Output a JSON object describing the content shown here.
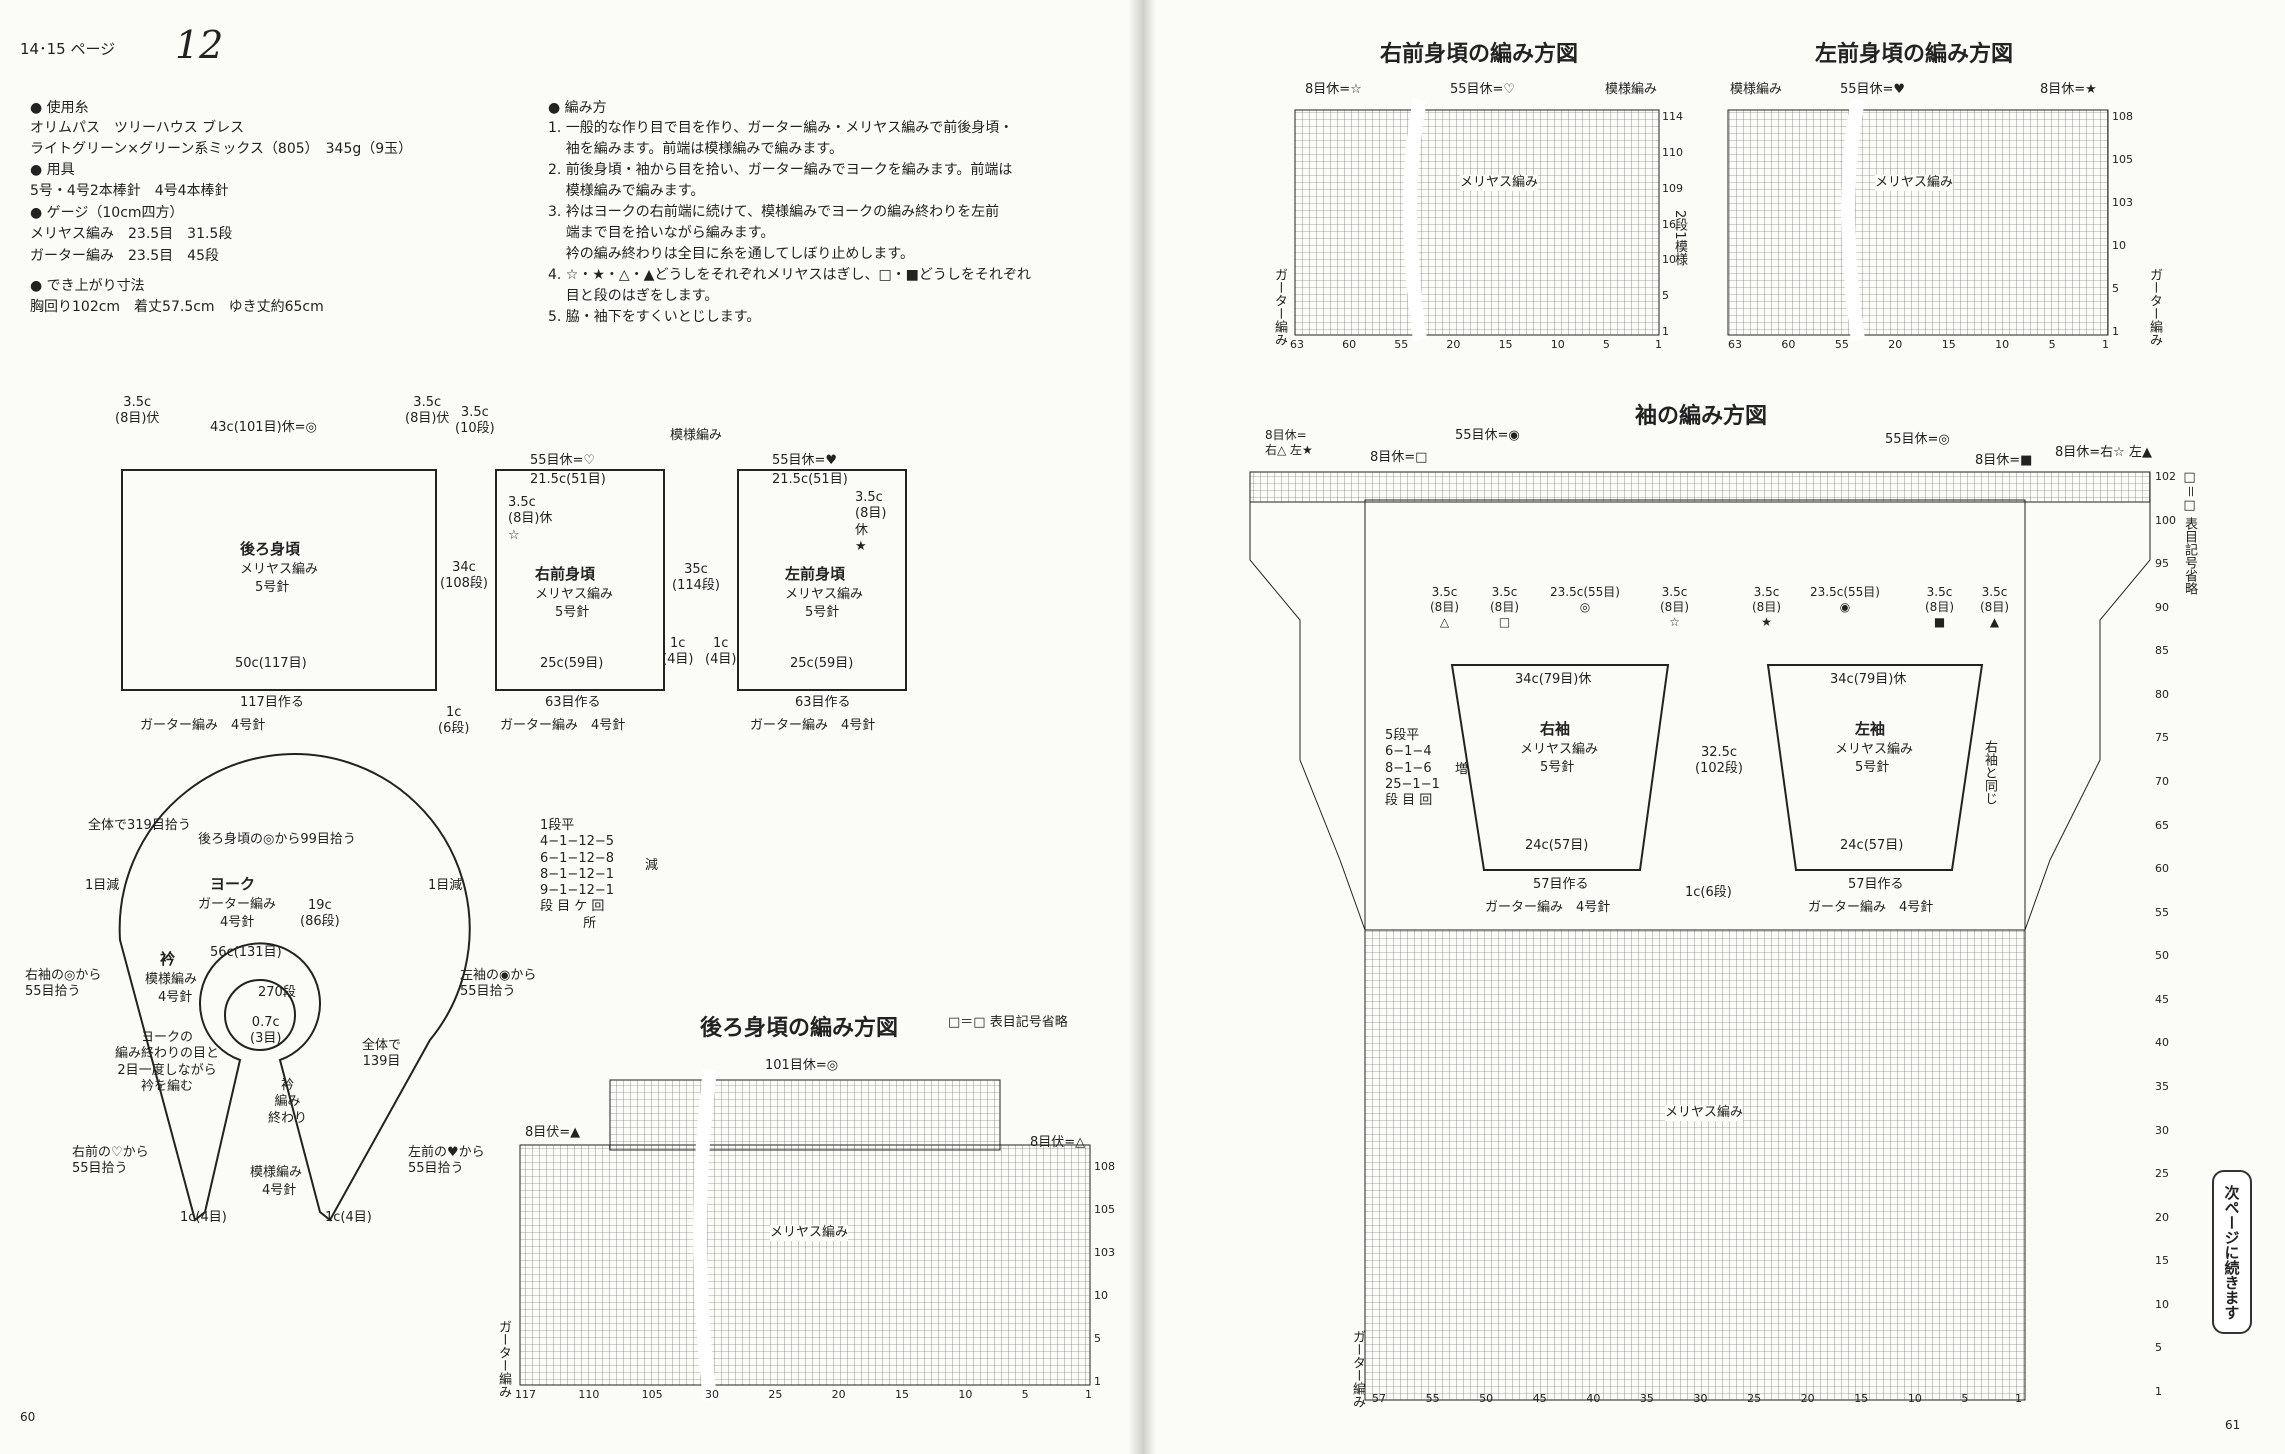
{
  "header": {
    "page_ref": "14･15 ページ",
    "pattern_no": "12"
  },
  "materials": {
    "yarn_heading": "● 使用糸",
    "yarn_line1": "オリムパス　ツリーハウス ブレス",
    "yarn_line2": "ライトグリーン×グリーン系ミックス（805）　345g（9玉）",
    "tools_heading": "● 用具",
    "tools_line": "5号・4号2本棒針　4号4本棒針",
    "gauge_heading": "● ゲージ（10cm四方）",
    "gauge_line1": "メリヤス編み　23.5目　31.5段",
    "gauge_line2": "ガーター編み　23.5目　45段",
    "size_heading": "● でき上がり寸法",
    "size_line": "胸回り102cm　着丈57.5cm　ゆき丈約65cm"
  },
  "instructions": {
    "heading": "● 編み方",
    "steps": [
      "1. 一般的な作り目で目を作り、ガーター編み・メリヤス編みで前後身頃・",
      "    袖を編みます。前端は模様編みで編みます。",
      "2. 前後身頃・袖から目を拾い、ガーター編みでヨークを編みます。前端は",
      "    模様編みで編みます。",
      "3. 衿はヨークの右前端に続けて、模様編みでヨークの編み終わりを左前",
      "    端まで目を拾いながら編みます。",
      "    衿の編み終わりは全目に糸を通してしぼり止めします。",
      "4. ☆・★・△・▲どうしをそれぞれメリヤスはぎし、□・■どうしをそれぞれ",
      "    目と段のはぎをします。",
      "5. 脇・袖下をすくいとじします。"
    ]
  },
  "schematics": {
    "back": {
      "title": "後ろ身頃",
      "stitch": "メリヤス編み",
      "needle": "5号針",
      "top": "43c(101目)休=◎",
      "bottom_w": "50c(117目)",
      "cast": "117目作る",
      "band": "ガーター編み　4号針",
      "left_bind": "3.5c\n(8目)伏",
      "right_bind": "3.5c\n(8目)伏",
      "side_top": "3.5c\n(10段)",
      "height": "34c\n(108段)",
      "hem": "1c\n(6段)"
    },
    "right_front": {
      "title": "右前身頃",
      "stitch": "メリヤス編み",
      "needle": "5号針",
      "top": "55目休=♡",
      "top_w": "21.5c(51目)",
      "rest": "3.5c\n(8目)休\n☆",
      "bottom_w": "25c(59目)",
      "cast": "63目作る",
      "band": "ガーター編み　4号針",
      "edge": "1c\n(4目)"
    },
    "left_front": {
      "title": "左前身頃",
      "stitch": "メリヤス編み",
      "needle": "5号針",
      "top": "55目休=♥",
      "top_w": "21.5c(51目)",
      "rest": "3.5c\n(8目)\n休\n★",
      "bottom_w": "25c(59目)",
      "cast": "63目作る",
      "band": "ガーター編み　4号針",
      "edge": "1c\n(4目)"
    },
    "pattern_label": "模様編み",
    "front_height": "35c\n(114段)",
    "yoke": {
      "total": "全体で319目拾う",
      "back_pick": "後ろ身頃の◎から99目拾う",
      "title": "ヨーク",
      "stitch": "ガーター編み",
      "needle": "4号針",
      "dec_left": "1目減",
      "dec_right": "1目減",
      "depth": "19c\n(86段)",
      "circ": "56c(131目)",
      "rsleeve": "右袖の◎から\n55目拾う",
      "lsleeve": "左袖の◉から\n55目拾う",
      "collar": "衿",
      "collar_stitch": "模様編み",
      "collar_needle": "4号針",
      "rows": "270段",
      "collar_w": "0.7c\n(3目)",
      "note": "ヨークの\n編み終わりの目と\n2目一度しながら\n衿を編む",
      "whole": "全体で\n139目",
      "bind": "衿\n編み\n終わり",
      "rfront": "右前の♡から\n55目拾う",
      "lfront": "左前の♥から\n55目拾う",
      "band_stitch": "模様編み",
      "band_needle": "4号針",
      "edge_l": "1c(4目)",
      "edge_r": "1c(4目)",
      "dec_table": "1段平\n4−1−12−5\n6−1−12−8\n8−1−12−1\n9−1−12−1\n段 目 ケ 回\n　　　 所",
      "dec_word": "減"
    },
    "sleeves": {
      "r_title": "右袖",
      "l_title": "左袖",
      "stitch": "メリヤス編み",
      "needle": "5号針",
      "top": "34c(79目)休",
      "bottom": "24c(57目)",
      "cast": "57目作る",
      "band": "ガーター編み　4号針",
      "height": "32.5c\n(102段)",
      "hem": "1c(6段)",
      "inc": "5段平\n6−1−4\n8−1−6\n25−1−1\n段 目 回",
      "inc_word": "増",
      "same": "右袖と同じ",
      "r_marks": [
        "3.5c\n(8目)\n△",
        "3.5c\n(8目)\n□",
        "23.5c(55目)\n◎",
        "3.5c\n(8目)\n☆"
      ],
      "l_marks": [
        "3.5c\n(8目)\n★",
        "23.5c(55目)\n◉",
        "3.5c\n(8目)\n■",
        "3.5c\n(8目)\n▲"
      ]
    }
  },
  "charts": {
    "right_front": {
      "title": "右前身頃の編み方図",
      "left_top": "8目休=☆",
      "mid_top": "55目休=♡",
      "right_top": "模様編み",
      "body": "メリヤス編み",
      "band": "ガーター編み",
      "x_ticks": [
        "63",
        "60",
        "55",
        "20",
        "15",
        "10",
        "5",
        "1"
      ],
      "y_ticks": [
        "114",
        "110",
        "109",
        "16",
        "10",
        "5",
        "1"
      ],
      "side": "2段1模様"
    },
    "left_front": {
      "title": "左前身頃の編み方図",
      "left_top": "模様編み",
      "mid_top": "55目休=♥",
      "right_top": "8目休=★",
      "body": "メリヤス編み",
      "band": "ガーター編み",
      "x_ticks": [
        "63",
        "60",
        "55",
        "20",
        "15",
        "10",
        "5",
        "1"
      ],
      "y_ticks": [
        "108",
        "105",
        "103",
        "10",
        "5",
        "1"
      ]
    },
    "back": {
      "title": "後ろ身頃の編み方図",
      "legend": "□＝□ 表目記号省略",
      "top": "101目休=◎",
      "left_bind": "8目伏=▲",
      "right_bind": "8目伏=△",
      "body": "メリヤス編み",
      "band": "ガーター編み",
      "x_ticks": [
        "117",
        "110",
        "105",
        "30",
        "25",
        "20",
        "15",
        "10",
        "5",
        "1"
      ],
      "y_ticks": [
        "108",
        "105",
        "103",
        "10",
        "5",
        "1"
      ],
      "side_r": [
        "10",
        "5"
      ]
    },
    "sleeve": {
      "title": "袖の編み方図",
      "legend": "□＝□ 表目記号省略",
      "body": "メリヤス編み",
      "band": "ガーター編み",
      "top_left1": "8目休=\n右△ 左★",
      "top_mid1": "55目休=◉",
      "top_left2": "8目休=□",
      "top_mid2": "55目休=◎",
      "top_right2": "8目休=■",
      "top_right1": "8目休=右☆ 左▲",
      "x_ticks": [
        "57",
        "55",
        "50",
        "45",
        "40",
        "35",
        "30",
        "25",
        "20",
        "15",
        "10",
        "5",
        "1"
      ],
      "y_ticks": [
        "102",
        "100",
        "95",
        "90",
        "85",
        "80",
        "75",
        "70",
        "65",
        "60",
        "55",
        "50",
        "45",
        "40",
        "35",
        "30",
        "25",
        "20",
        "15",
        "10",
        "5",
        "1"
      ]
    }
  },
  "footer": {
    "left_page_no": "60",
    "right_page_no": "61",
    "next": "次ページに続きます"
  }
}
